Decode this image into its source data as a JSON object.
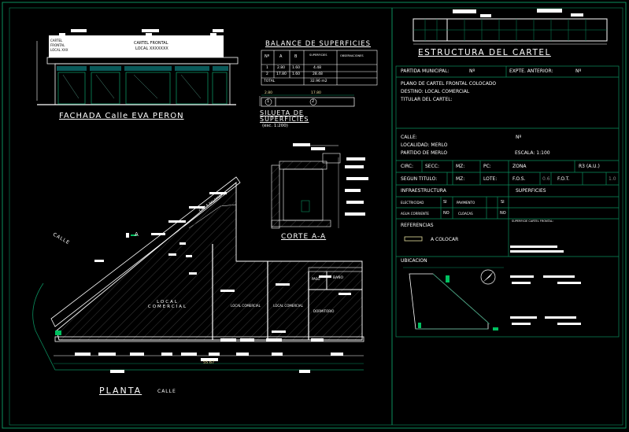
{
  "colors": {
    "background": "#000000",
    "line_white": "#ffffff",
    "line_green": "#0b8f5e",
    "bright_green": "#00c060",
    "glass": "#0a5a5a",
    "hatch": "#3a3a3a"
  },
  "fachada": {
    "title": "FACHADA Calle EVA PERON",
    "sign_left": [
      "CARTEL",
      "FRONTAL",
      "LOCAL XXX"
    ],
    "sign_main": [
      "CARTEL FRONTAL",
      "LOCAL XXXXXXX"
    ]
  },
  "balance": {
    "title": "BALANCE DE SUPERFICIES",
    "headers": [
      "Nº",
      "A",
      "B",
      "SUPERFICIES",
      "OBSERVACIONES"
    ],
    "rows": [
      [
        "1",
        "2.80",
        "1.60",
        "4.48",
        ""
      ],
      [
        "2",
        "17.80",
        "1.60",
        "28.48",
        ""
      ]
    ],
    "total_label": "TOTAL",
    "total_value": "32.96 m2"
  },
  "silueta": {
    "title": "SILUETA DE SUPERFICIES",
    "scale": "(esc. 1:200)",
    "dim_1": "2.80",
    "dim_2": "17.80",
    "section_1": "1",
    "section_2": "2"
  },
  "corte": {
    "title": "CORTE A-A"
  },
  "planta": {
    "title": "PLANTA",
    "street_bottom": "CALLE",
    "street_left": "CALLE",
    "street_diag": "CALLE PALOMBRA",
    "cut_mark": "A",
    "total_dim": "55.67",
    "rooms": {
      "local_comercial_big": "LOCAL COMERCIAL",
      "local_comercial_2": "LOCAL COMERCIAL",
      "local_comercial_3": "LOCAL COMERCIAL",
      "dormitorio": "DORMITORIO",
      "bano": "BAÑO",
      "paso": "PASO"
    }
  },
  "estructura": {
    "title": "ESTRUCTURA DEL CARTEL"
  },
  "info": {
    "partida_municipal": "PARTIDA MUNICIPAL:",
    "partida_no": "Nº",
    "expte_anterior": "EXPTE. ANTERIOR:",
    "expte_no": "Nº",
    "plano": "PLANO DE CARTEL FRONTAL COLOCADO",
    "destino": "DESTINO: LOCAL COMERCIAL",
    "titular": "TITULAR DEL CARTEL:",
    "calle": "CALLE:",
    "calle_no": "Nº",
    "localidad": "LOCALIDAD: MERLO",
    "partido": "PARTIDO DE MERLO",
    "escala": "ESCALA: 1:100"
  },
  "catastro": {
    "row1": [
      "CIRC:",
      "SECC:",
      "MZ:",
      "PC:",
      "ZONA",
      "R3 (A.U.)"
    ],
    "row2": [
      "SEGUN TITULO:",
      "MZ:",
      "LOTE:",
      "F.O.S.",
      "0.6",
      "F.O.T.",
      "1.0"
    ]
  },
  "infraestructura": {
    "title": "INFRAESTRUCTURA",
    "superficies": "SUPERFICIES",
    "items": [
      [
        "ELECTRICIDAD",
        "SI"
      ],
      [
        "PAVIMENTO",
        "SI"
      ],
      [
        "AGUA CORRIENTE",
        "NO"
      ],
      [
        "CLOACAS",
        "NO"
      ]
    ],
    "sup_label": "SUPERFICIE CARTEL FRONTAL:"
  },
  "referencias": {
    "title": "REFERENCIAS",
    "item": "A COLOCAR"
  },
  "ubicacion": {
    "title": "UBICACION"
  }
}
